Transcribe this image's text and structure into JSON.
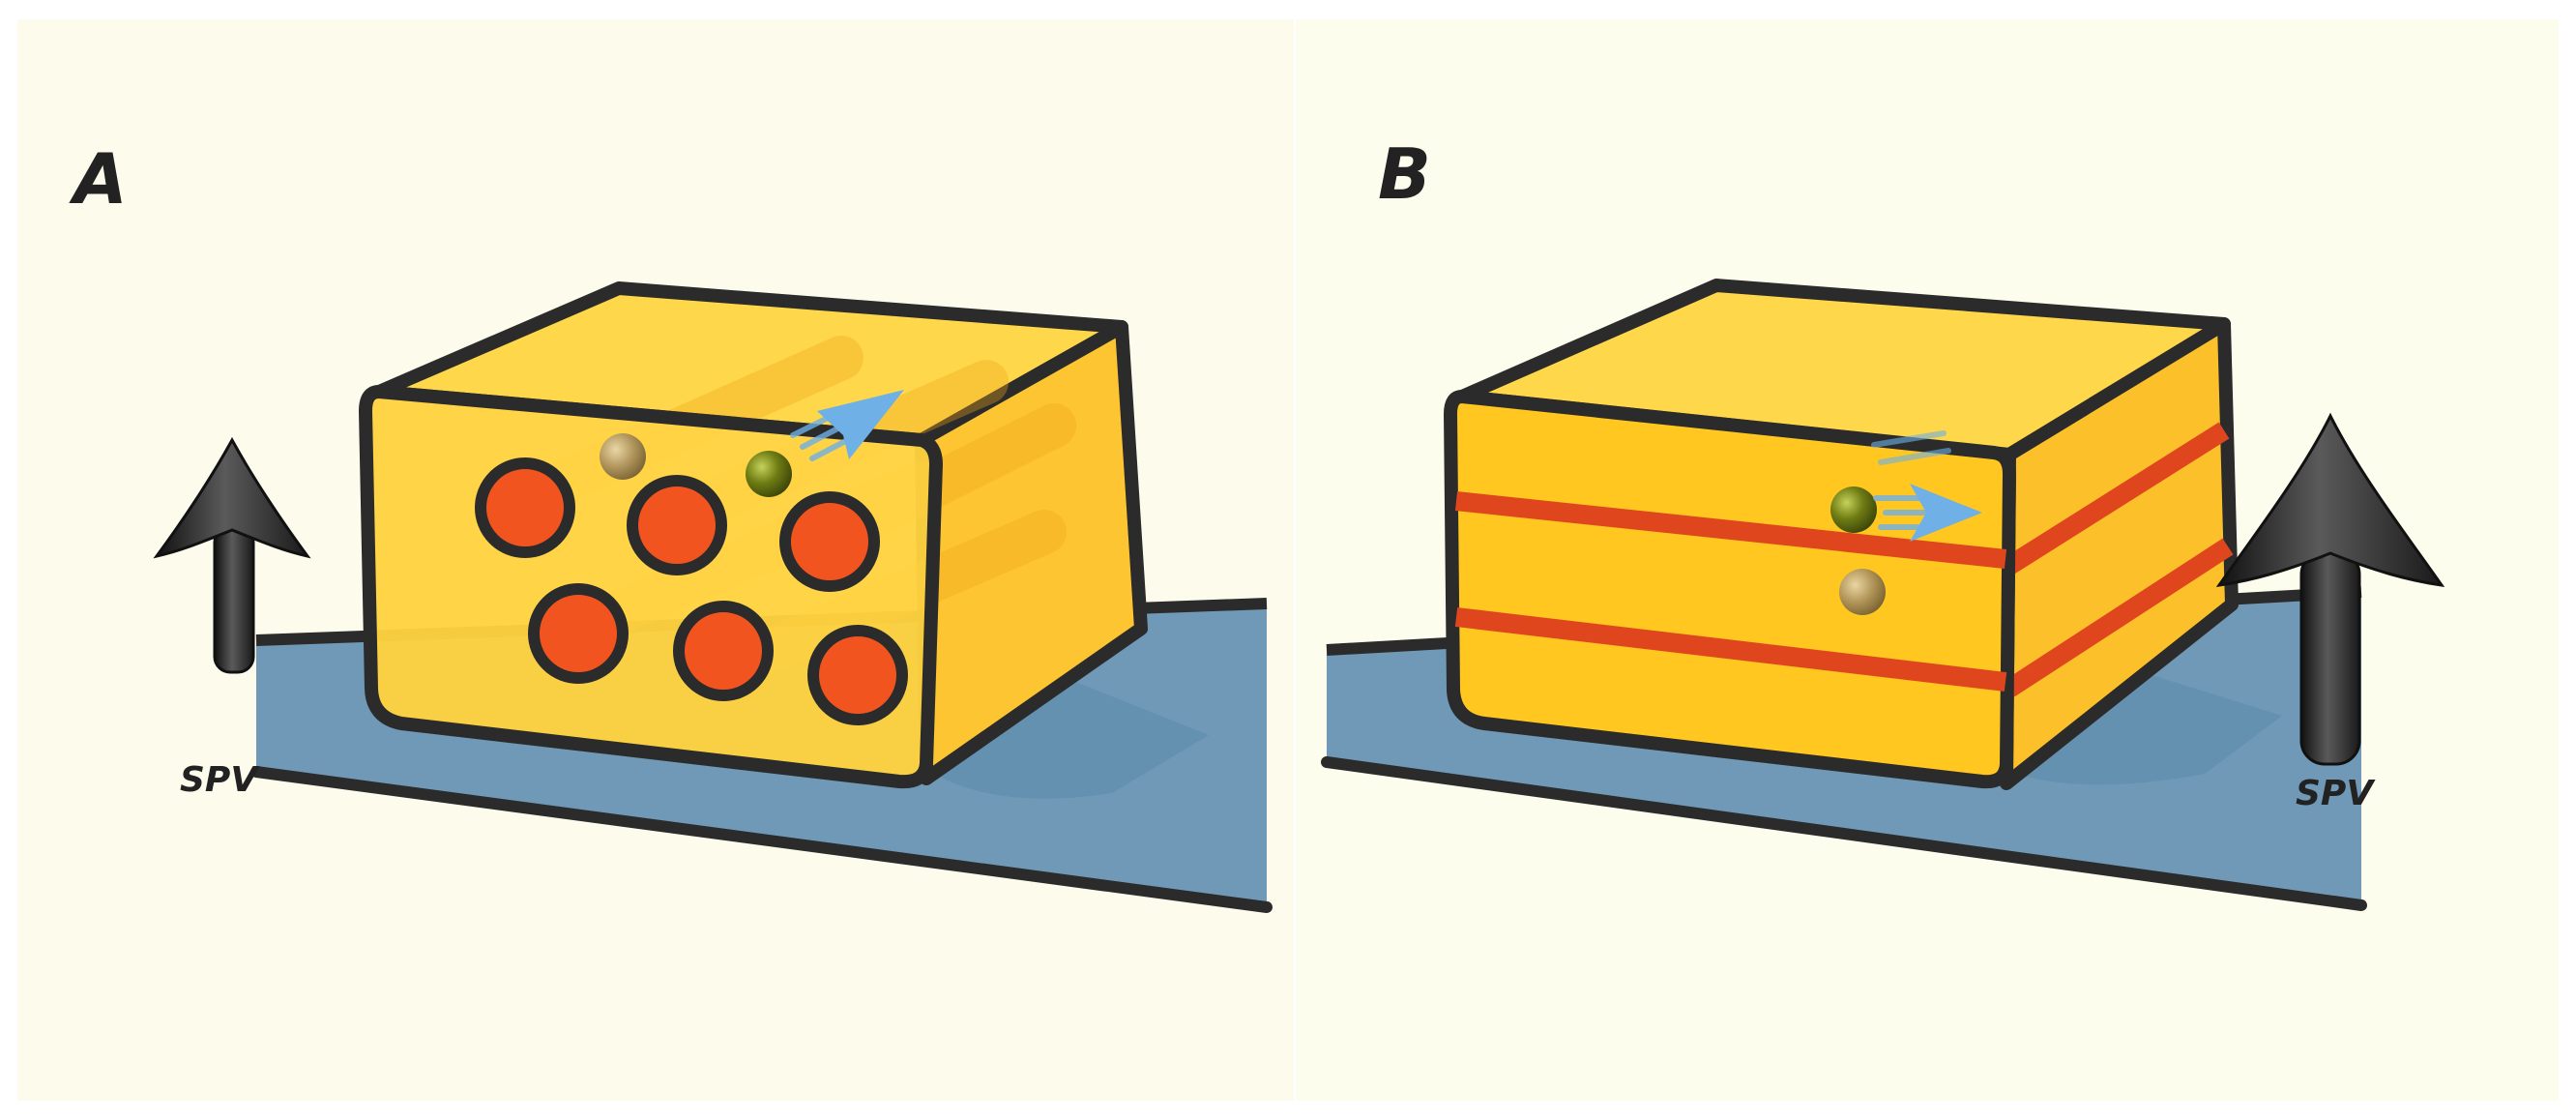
{
  "panels": [
    {
      "letter": "A",
      "arrow_label": "SPV"
    },
    {
      "letter": "B",
      "arrow_label": "SPV"
    }
  ],
  "colors": {
    "background": "#fdfcec",
    "box_fill": "#fdc832",
    "box_outline": "#2b2b2b",
    "substrate": "#6f99b6",
    "pore_fill": "#f25420",
    "layer_stripe": "#e0461e",
    "arrow_blue": "#6fb0e6",
    "particle_green": "#6f7d14",
    "particle_tan": "#a78e5e",
    "spv_arrow": "#2a2a2a"
  }
}
